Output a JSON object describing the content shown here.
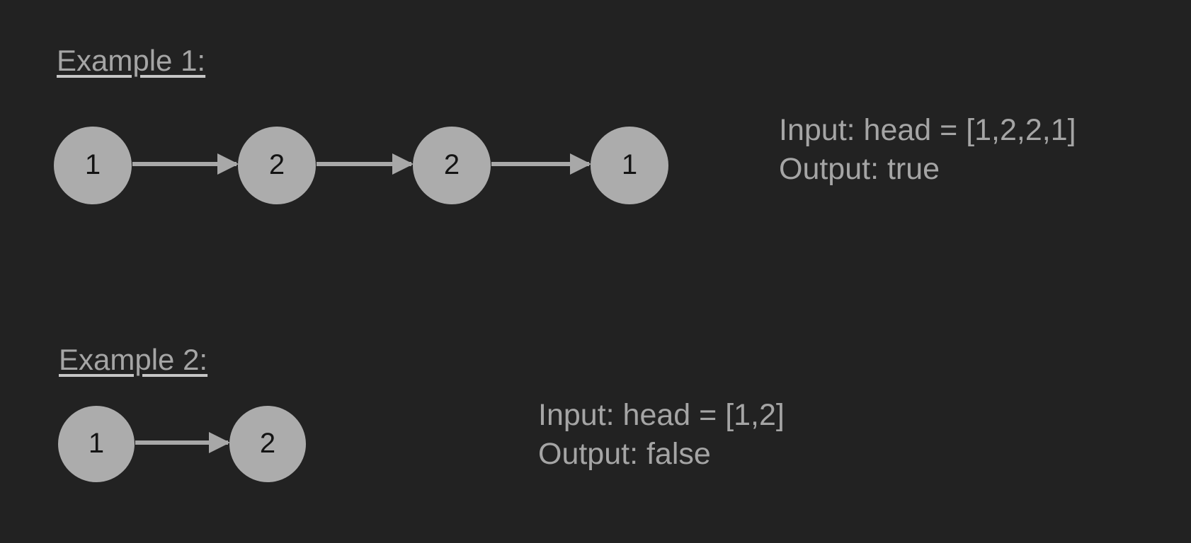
{
  "page": {
    "background": "#222222"
  },
  "colors": {
    "node_fill": "#acacac",
    "node_text": "#141414",
    "arrow": "#a8a8a8",
    "text": "#a5a5a5",
    "heading_underline": "#c6c6c6"
  },
  "examples": [
    {
      "heading": "Example 1:",
      "nodes": [
        "1",
        "2",
        "2",
        "1"
      ],
      "input": "Input: head = [1,2,2,1]",
      "output": "Output: true"
    },
    {
      "heading": "Example 2:",
      "nodes": [
        "1",
        "2"
      ],
      "input": "Input: head = [1,2]",
      "output": "Output: false"
    }
  ]
}
